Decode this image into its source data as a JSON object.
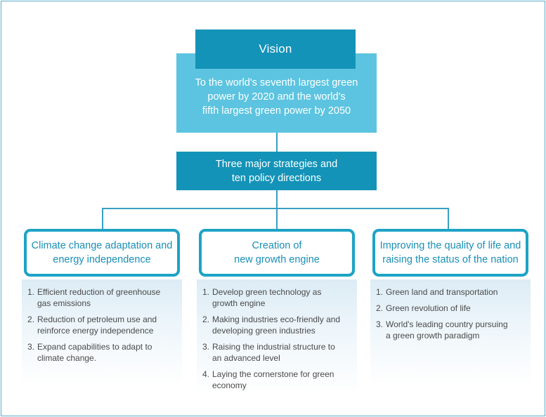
{
  "vision": {
    "title": "Vision",
    "line1": "To the world's seventh largest green",
    "line2": "power by 2020 and the world's",
    "line3": "fifth largest green power by 2050"
  },
  "strategies": {
    "line1": "Three major strategies and",
    "line2": "ten policy directions"
  },
  "pillars": [
    {
      "line1": "Climate change adaptation and",
      "line2": "energy independence",
      "items": [
        {
          "num": "1.",
          "line1": "Efficient reduction of greenhouse",
          "line2": "gas emissions"
        },
        {
          "num": "2.",
          "line1": "Reduction of petroleum use and",
          "line2": "reinforce energy independence"
        },
        {
          "num": "3.",
          "line1": "Expand capabilities to adapt to",
          "line2": "climate change."
        }
      ]
    },
    {
      "line1": "Creation of",
      "line2": "new growth engine",
      "items": [
        {
          "num": "1.",
          "line1": "Develop green technology as",
          "line2": "growth engine"
        },
        {
          "num": "2.",
          "line1": "Making industries eco-friendly and",
          "line2": "developing green industries"
        },
        {
          "num": "3.",
          "line1": "Raising the industrial structure to",
          "line2": "an advanced level"
        },
        {
          "num": "4.",
          "line1": "Laying the cornerstone for green",
          "line2": "economy"
        }
      ]
    },
    {
      "line1": "Improving the quality of life and",
      "line2": "raising the status of the nation",
      "items": [
        {
          "num": "1.",
          "line1": "Green land and transportation",
          "line2": ""
        },
        {
          "num": "2.",
          "line1": "Green revolution of life",
          "line2": ""
        },
        {
          "num": "3.",
          "line1": "World's leading country pursuing",
          "line2": "a green growth paradigm"
        }
      ]
    }
  ],
  "colors": {
    "dark_blue": "#1493b8",
    "light_blue": "#5cc4e0",
    "border_blue": "#1ea3c6",
    "line_blue": "#3a9fc2"
  }
}
